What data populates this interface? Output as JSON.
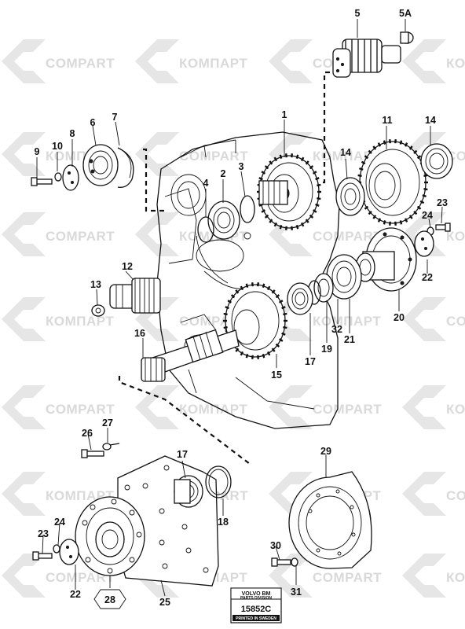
{
  "watermark": {
    "text_latin": "COMPART",
    "text_cyrillic": "КОМПАРТ"
  },
  "callouts": [
    {
      "id": "5"
    },
    {
      "id": "5A"
    },
    {
      "id": "1"
    },
    {
      "id": "11"
    },
    {
      "id": "14"
    },
    {
      "id": "7"
    },
    {
      "id": "6"
    },
    {
      "id": "8"
    },
    {
      "id": "10"
    },
    {
      "id": "9"
    },
    {
      "id": "2"
    },
    {
      "id": "3"
    },
    {
      "id": "4"
    },
    {
      "id": "14b",
      "text": "14"
    },
    {
      "id": "23"
    },
    {
      "id": "24"
    },
    {
      "id": "22"
    },
    {
      "id": "12"
    },
    {
      "id": "13"
    },
    {
      "id": "20"
    },
    {
      "id": "32"
    },
    {
      "id": "21"
    },
    {
      "id": "19"
    },
    {
      "id": "17"
    },
    {
      "id": "16"
    },
    {
      "id": "15"
    },
    {
      "id": "27"
    },
    {
      "id": "26"
    },
    {
      "id": "17b",
      "text": "17"
    },
    {
      "id": "29"
    },
    {
      "id": "18"
    },
    {
      "id": "24b",
      "text": "24"
    },
    {
      "id": "23b",
      "text": "23"
    },
    {
      "id": "30"
    },
    {
      "id": "31"
    },
    {
      "id": "22b",
      "text": "22"
    },
    {
      "id": "28"
    },
    {
      "id": "25"
    }
  ],
  "stamp": {
    "brand": "VOLVO BM",
    "division": "PARTS DIVISION",
    "code": "15852C",
    "printed": "PRINTED IN SWEDEN"
  }
}
